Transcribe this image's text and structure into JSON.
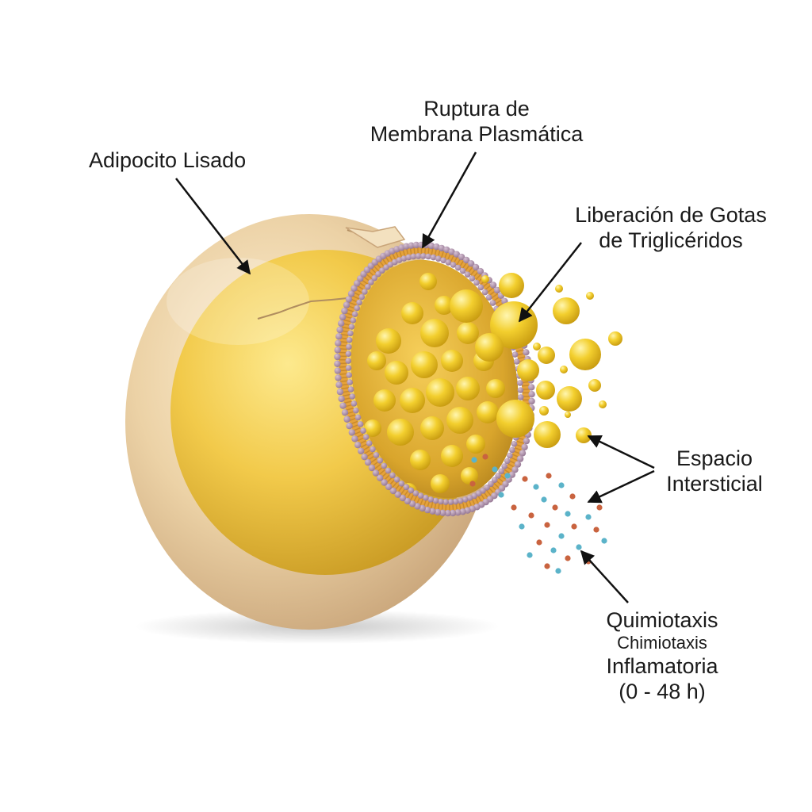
{
  "labels": {
    "adipocito": "Adipocito Lisado",
    "ruptura": [
      "Ruptura de",
      "Membrana Plasmática"
    ],
    "liberacion": [
      "Liberación de Gotas",
      "de Triglicéridos"
    ],
    "espacio": [
      "Espacio",
      "Intersticial"
    ],
    "quimiotaxis": [
      "Quimiotaxis",
      "Chimiotaxis",
      "Inflamatoria",
      "(0 - 48 h)"
    ]
  },
  "colors": {
    "cell_outer": "#e9cf9f",
    "cell_inner": "#f2c945",
    "droplet": "#f3cf2e",
    "membrane_bead": "#a98aa6",
    "membrane_tail": "#e5a23b",
    "chemokine_blue": "#5bb3c9",
    "chemokine_red": "#c9633f",
    "arrow": "#111111"
  }
}
